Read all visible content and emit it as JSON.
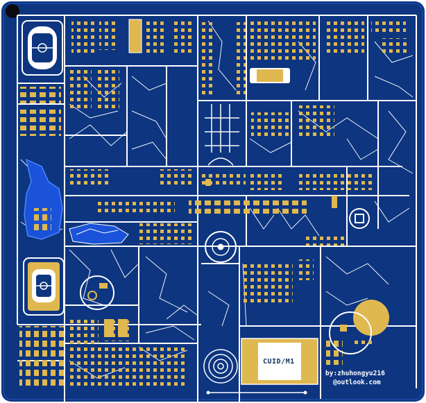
{
  "title": "",
  "pcb": {
    "board_color": "#0d3580",
    "trace_color": "#ffffff",
    "pad_color": "#e0b850",
    "chip_label": "CUID/M1",
    "author_line1": "by:zhuhongyu216",
    "author_line2": "@outlook.com"
  }
}
